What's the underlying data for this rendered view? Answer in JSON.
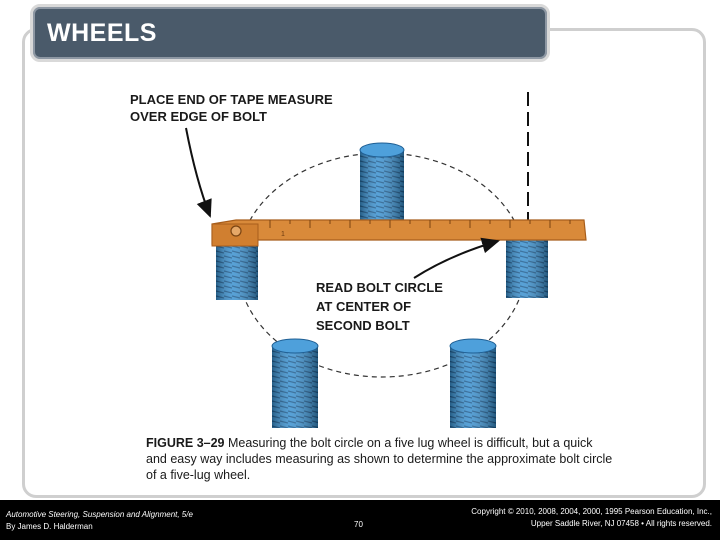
{
  "slide": {
    "title": "WHEELS"
  },
  "figure": {
    "label_tape": [
      "PLACE END OF TAPE MEASURE",
      "OVER EDGE OF BOLT"
    ],
    "label_read": [
      "READ BOLT CIRCLE",
      "AT CENTER OF",
      "SECOND BOLT"
    ],
    "tape_number": "1",
    "colors": {
      "bolt": "#2f86c6",
      "bolt_dark": "#1f5f94",
      "tape": "#d98a3a",
      "tape_dark": "#a85e1c"
    }
  },
  "caption": {
    "label": "FIGURE 3–29",
    "text": " Measuring the bolt circle on a five lug wheel is difficult, but a quick and easy way includes measuring as shown to determine the approximate bolt circle of a five-lug wheel."
  },
  "footer": {
    "book": "Automotive Steering, Suspension and Alignment, 5/e",
    "author": "By James D. Halderman",
    "page": "70",
    "copyright_line1": "Copyright © 2010, 2008, 2004, 2000, 1995 Pearson Education, Inc.,",
    "copyright_line2": "Upper Saddle River, NJ 07458 • All rights reserved."
  }
}
